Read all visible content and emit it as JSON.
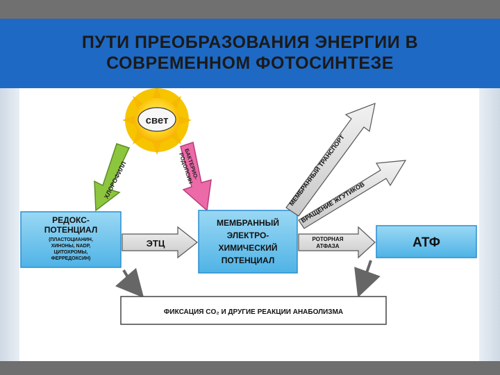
{
  "title": {
    "line1": "ПУТИ ПРЕОБРАЗОВАНИЯ ЭНЕРГИИ В",
    "line2": "СОВРЕМЕННОМ ФОТОСИНТЕЗЕ"
  },
  "diagram": {
    "sun": {
      "label": "свет"
    },
    "arrows": {
      "chlorophyll": "ХЛОРОФИЛЛ",
      "bacterio1": "БАКТЕРИО-",
      "bacterio2": "РОДОПСИН",
      "etc": "ЭТЦ",
      "atp_phase1": "РОТОРНАЯ",
      "atp_phase2": "АТФАЗА",
      "transport": "МЕМБРАННЫЙ ТРАНСПОРТ",
      "rotation": "ВРАЩЕНИЕ ЖГУТИКОВ"
    },
    "redox": {
      "title1": "РЕДОКС-",
      "title2": "ПОТЕНЦИАЛ",
      "sub1": "(ПЛАСТОЦИАНИН,",
      "sub2": "ХИНОНЫ, NADP,",
      "sub3": "ЦИТОХРОМЫ,",
      "sub4": "ФЕРРЕДОКСИН)"
    },
    "membrane": {
      "line1": "МЕМБРАННЫЙ",
      "line2": "ЭЛЕКТРО-",
      "line3": "ХИМИЧЕСКИЙ",
      "line4": "ПОТЕНЦИАЛ"
    },
    "atp": {
      "label": "АТФ"
    },
    "fixation": {
      "label": "ФИКСАЦИЯ CO₂ И ДРУГИЕ РЕАКЦИИ АНАБОЛИЗМА"
    }
  },
  "colors": {
    "header_band": "#1e69c4",
    "box_fill": "#6fc6ec",
    "box_border": "#2a8ed0",
    "sun_yellow": "#ffd21f",
    "arrow_green": "#8cc63f",
    "arrow_pink": "#ec6aa8",
    "arrow_gray": "#d9d9d9"
  }
}
